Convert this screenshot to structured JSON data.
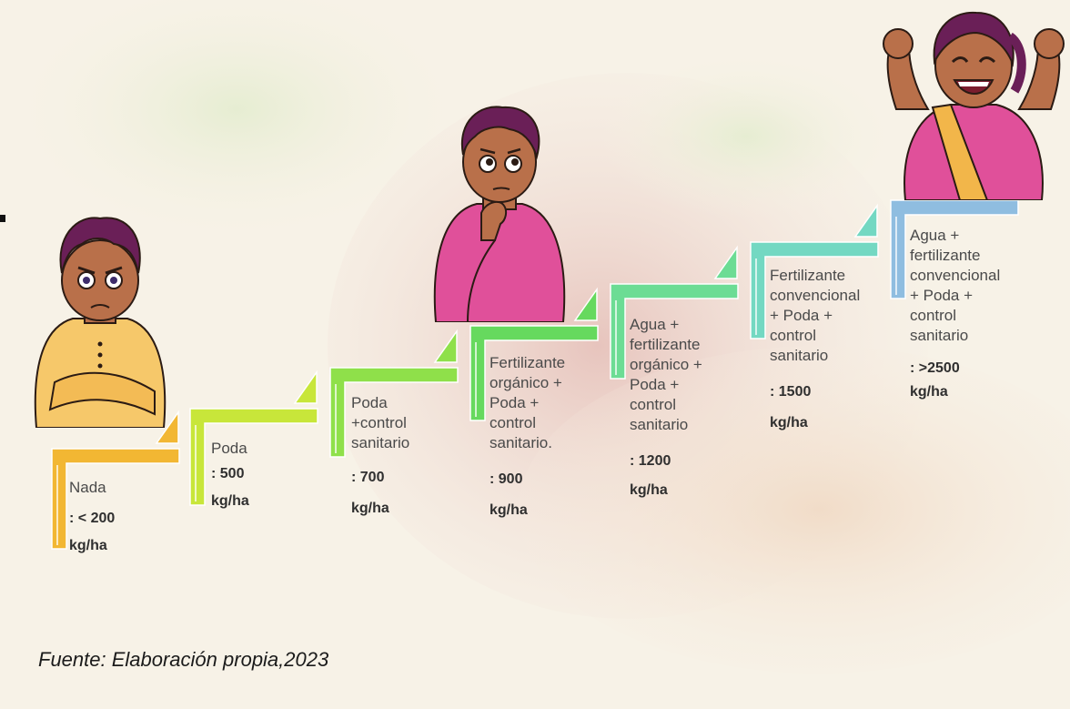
{
  "caption": "Fuente: Elaboración propia,2023",
  "colors": {
    "step1": "#f2b733",
    "step2": "#c8e63a",
    "step3": "#8fe04a",
    "step4": "#66d95e",
    "step5": "#6cdc94",
    "step6": "#73d8c2",
    "step7": "#8fbde0",
    "shirt_pink": "#e0509a",
    "shirt_yellow": "#f6c86a",
    "hair": "#6a1f57",
    "skin": "#b9704a"
  },
  "steps": [
    {
      "desc": "Nada",
      "value": ": < 200",
      "unit": "kg/ha"
    },
    {
      "desc": "Poda",
      "value": ": 500",
      "unit": "kg/ha"
    },
    {
      "desc": "Poda\n+control\nsanitario",
      "value": ": 700",
      "unit": "kg/ha"
    },
    {
      "desc": "Fertilizante\norgánico +\nPoda +\ncontrol\nsanitario.",
      "value": ": 900",
      "unit": "kg/ha"
    },
    {
      "desc": "Agua +\nfertilizante\norgánico +\nPoda +\ncontrol\nsanitario",
      "value": ": 1200",
      "unit": "kg/ha"
    },
    {
      "desc": "Fertilizante\nconvencional\n+ Poda +\ncontrol\nsanitario",
      "value": ": 1500",
      "unit": "kg/ha"
    },
    {
      "desc": "Agua +\nfertilizante\nconvencional\n+ Poda +\ncontrol\nsanitario",
      "value": ": >2500",
      "unit": "kg/ha"
    }
  ],
  "characters": [
    {
      "name": "angry-boy",
      "icon": "person-arms-crossed-icon"
    },
    {
      "name": "thinking-girl",
      "icon": "person-thinking-icon"
    },
    {
      "name": "happy-woman",
      "icon": "person-celebrating-icon"
    }
  ]
}
